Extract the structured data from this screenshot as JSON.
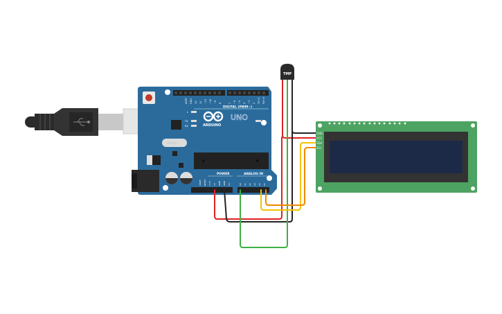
{
  "arduino": {
    "brand": "ARDUINO",
    "model": "UNO",
    "digital_label": "DIGITAL (PWM~)",
    "power_label": "POWER",
    "analog_label": "ANALOG IN",
    "led_labels": {
      "l": "L",
      "tx": "TX",
      "rx": "RX",
      "on": "ON"
    },
    "crystal_label": "16.000",
    "digital_pins": [
      "AREF",
      "GND",
      "13",
      "12",
      "~11",
      "~10",
      "~9",
      "8",
      "7",
      "~6",
      "~5",
      "4",
      "~3",
      "2",
      "TX→1",
      "RX←0"
    ],
    "power_pins": [
      "IOREF",
      "RESET",
      "3.3V",
      "5V",
      "GND",
      "GND",
      "Vin"
    ],
    "analog_pins": [
      "A0",
      "A1",
      "A2",
      "A3",
      "A4",
      "A5"
    ],
    "board_color": "#2b6b9c"
  },
  "sensor": {
    "label": "TMP"
  },
  "lcd": {
    "pins": [
      "GND",
      "VCC",
      "SDA",
      "SCL"
    ],
    "board_color": "#4da361",
    "screen_color": "#1c2a47"
  },
  "wires": {
    "vcc": "#e02020",
    "gnd": "#222222",
    "signal": "#3cb043",
    "sda": "#f2c200",
    "scl": "#f08a00"
  }
}
